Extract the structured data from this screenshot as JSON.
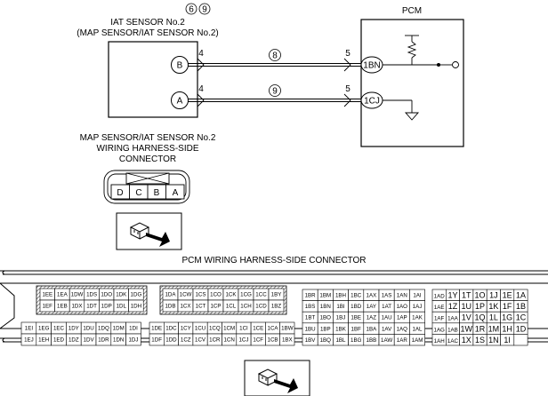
{
  "sensor": {
    "circled_numbers": [
      "6",
      "9"
    ],
    "title_line1": "IAT SENSOR No.2",
    "title_line2": "(MAP SENSOR/IAT SENSOR No.2)",
    "terminals": [
      {
        "label": "B",
        "connector_pin": "4",
        "wire": "8",
        "pcm_pin": "5",
        "pcm_terminal": "1BN"
      },
      {
        "label": "A",
        "connector_pin": "4",
        "wire": "9",
        "pcm_pin": "5",
        "pcm_terminal": "1CJ"
      }
    ]
  },
  "pcm": {
    "title": "PCM"
  },
  "harness_connector": {
    "title_line1": "MAP SENSOR/IAT SENSOR No.2",
    "title_line2": "WIRING HARNESS-SIDE",
    "title_line3": "CONNECTOR",
    "pins": [
      "D",
      "C",
      "B",
      "A"
    ]
  },
  "pcm_connector": {
    "title": "PCM WIRING HARNESS-SIDE CONNECTOR",
    "block1": [
      [
        "1EE",
        "1EA",
        "1DW",
        "1DS",
        "1DO",
        "1DK",
        "1DG"
      ],
      [
        "1EF",
        "1EB",
        "1DX",
        "1DT",
        "1DP",
        "1DL",
        "1DH"
      ]
    ],
    "block2": [
      [
        "1EI",
        "1EG",
        "1EC",
        "1DY",
        "1DU",
        "1DQ",
        "1DM",
        "1DI"
      ],
      [
        "1EJ",
        "1EH",
        "1ED",
        "1DZ",
        "1DV",
        "1DR",
        "1DN",
        "1DJ"
      ]
    ],
    "block3": [
      [
        "1DA",
        "1CW",
        "1CS",
        "1CO",
        "1CK",
        "1CG",
        "1CC",
        "1BY"
      ],
      [
        "1DB",
        "1CX",
        "1CT",
        "1CP",
        "1CL",
        "1CH",
        "1CD",
        "1BZ"
      ]
    ],
    "block4": [
      [
        "1DE",
        "1DC",
        "1CY",
        "1CU",
        "1CQ",
        "1CM",
        "1CI",
        "1CE",
        "1CA",
        "1BW"
      ],
      [
        "1DF",
        "1DD",
        "1CZ",
        "1CV",
        "1CR",
        "1CN",
        "1CJ",
        "1CF",
        "1CB",
        "1BX"
      ]
    ],
    "block5": [
      [
        "1BR",
        "1BM",
        "1BH",
        "1BC",
        "1AX",
        "1AS",
        "1AN",
        "1AI"
      ],
      [
        "1BS",
        "1BN",
        "1BI",
        "1BD",
        "1AY",
        "1AT",
        "1AO",
        "1AJ"
      ],
      [
        "1BT",
        "1BO",
        "1BJ",
        "1BE",
        "1AZ",
        "1AU",
        "1AP",
        "1AK"
      ],
      [
        "1BU",
        "1BP",
        "1BK",
        "1BF",
        "1BA",
        "1AV",
        "1AQ",
        "1AL"
      ],
      [
        "1BV",
        "1BQ",
        "1BL",
        "1BG",
        "1BB",
        "1AW",
        "1AR",
        "1AM"
      ]
    ],
    "block6": [
      [
        "1AD",
        "1Y",
        "1T",
        "1O",
        "1J",
        "1E",
        "1A"
      ],
      [
        "1AE",
        "1Z",
        "1U",
        "1P",
        "1K",
        "1F",
        "1B"
      ],
      [
        "1AF",
        "1AA",
        "1V",
        "1Q",
        "1L",
        "1G",
        "1C"
      ],
      [
        "1AG",
        "1AB",
        "1W",
        "1R",
        "1M",
        "1H",
        "1D"
      ],
      [
        "1AH",
        "1AC",
        "1X",
        "1S",
        "1N",
        "1I",
        ""
      ]
    ]
  }
}
